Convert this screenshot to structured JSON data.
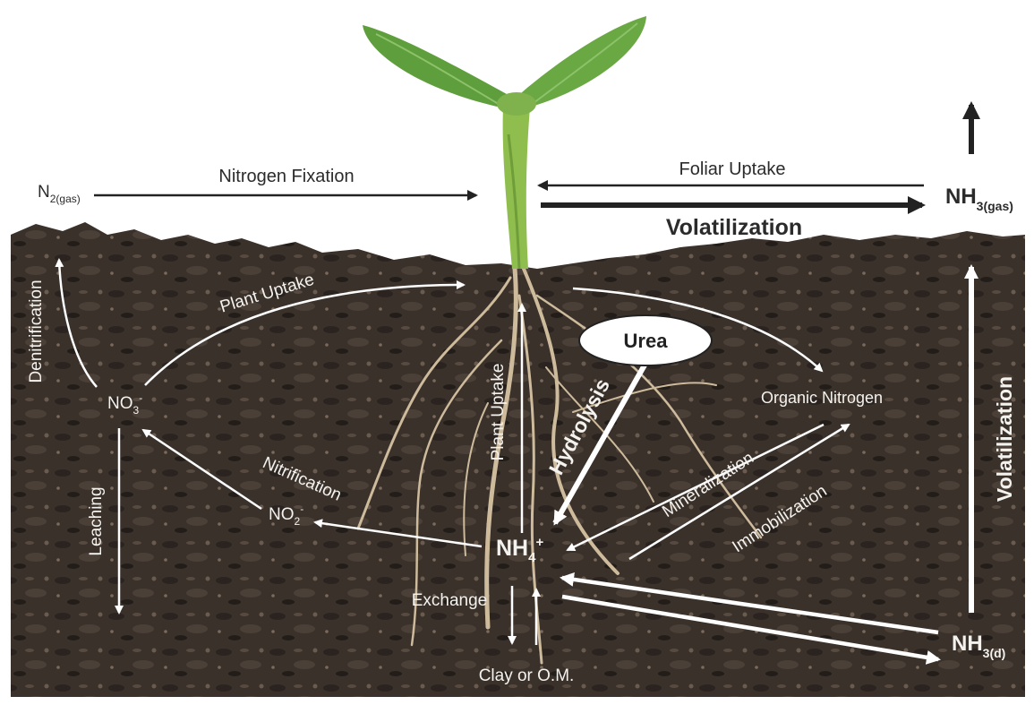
{
  "colors": {
    "soil": "#3a312b",
    "soil_dark": "#231d19",
    "soil_light": "#5a4d43",
    "leaf": "#5f9e3c",
    "stem": "#8fbe4e",
    "root": "#cdbb9c",
    "arrow_light": "#ffffff",
    "arrow_dark": "#222222",
    "text_dark": "#2b2b2b",
    "text_light": "#f4f2ee"
  },
  "labels": {
    "n2_main": "N",
    "n2_sub": "2(gas)",
    "nitrogen_fixation": "Nitrogen Fixation",
    "foliar_uptake": "Foliar Uptake",
    "volatilization_top": "Volatilization",
    "nh3_gas_main": "NH",
    "nh3_gas_sub": "3(gas)",
    "denitrification": "Denitrification",
    "plant_uptake_arc": "Plant Uptake",
    "no3_main": "NO",
    "no3_sub": "3",
    "no3_sup": "-",
    "leaching": "Leaching",
    "nitrification": "Nitrification",
    "no2_main": "NO",
    "no2_sub": "2",
    "no2_sup": "-",
    "plant_uptake_vertical": "Plant Uptake",
    "urea": "Urea",
    "hydrolysis": "Hydrolysis",
    "organic_nitrogen": "Organic Nitrogen",
    "mineralization": "Mineralization",
    "immobilization": "Immobilization",
    "nh4_main": "NH",
    "nh4_sub": "4",
    "nh4_sup": "+",
    "exchange": "Exchange",
    "clay_om": "Clay or O.M.",
    "nh3_d_main": "NH",
    "nh3_d_sub": "3(d)",
    "volatilization_right": "Volatilization"
  }
}
